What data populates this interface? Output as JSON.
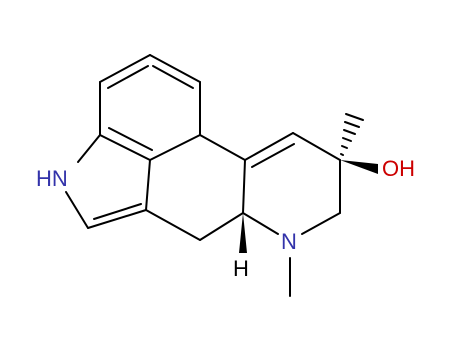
{
  "molecule": {
    "atoms": [
      {
        "id": "nh",
        "label": "HN",
        "color": "#3333aa"
      },
      {
        "id": "n",
        "label": "N",
        "color": "#3333aa"
      },
      {
        "id": "oh",
        "label": "OH",
        "color": "#cc0000"
      },
      {
        "id": "h",
        "label": "H",
        "color": "#000000"
      }
    ]
  },
  "colors": {
    "bond": "#000000",
    "nitrogen": "#3333aa",
    "oxygen": "#cc0000"
  }
}
